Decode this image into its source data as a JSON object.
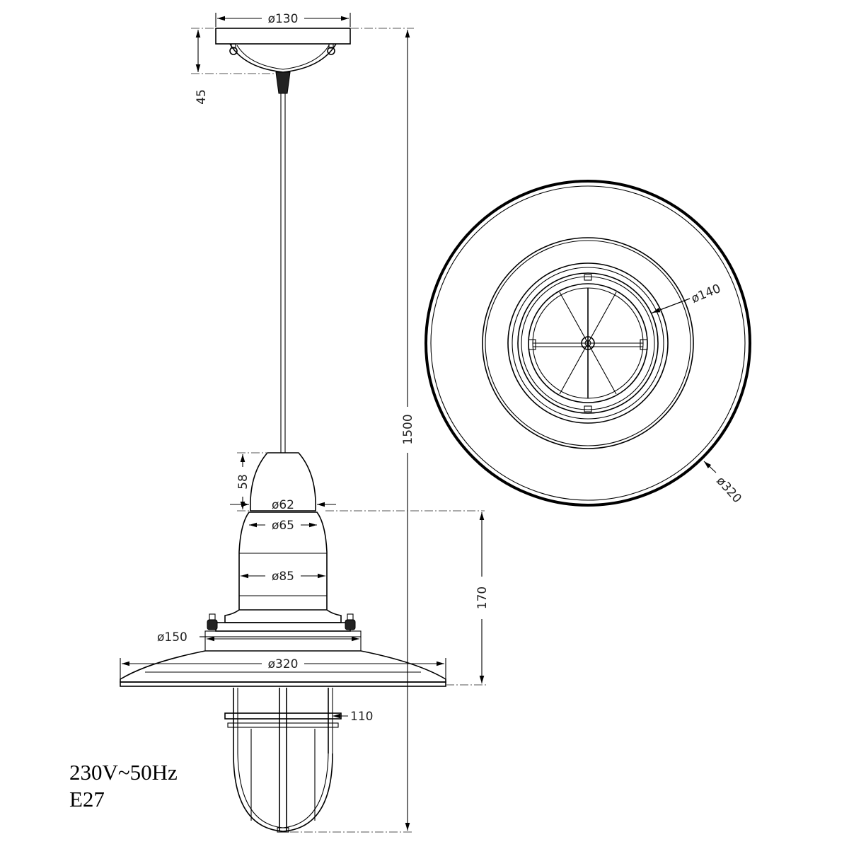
{
  "dimensions": {
    "canopy_diameter": "ø130",
    "canopy_height": "45",
    "total_height": "1500",
    "lamp_holder_height": "58",
    "lamp_holder_diameter": "ø62",
    "neck_diameter": "ø65",
    "body_diameter": "ø85",
    "collar_diameter": "ø150",
    "shade_diameter": "ø320",
    "shade_height": "170",
    "cage_width": "110",
    "top_view_inner_diameter": "ø140",
    "top_view_outer_diameter": "ø320"
  },
  "specs": {
    "voltage": "230V~50Hz",
    "socket": "E27"
  }
}
